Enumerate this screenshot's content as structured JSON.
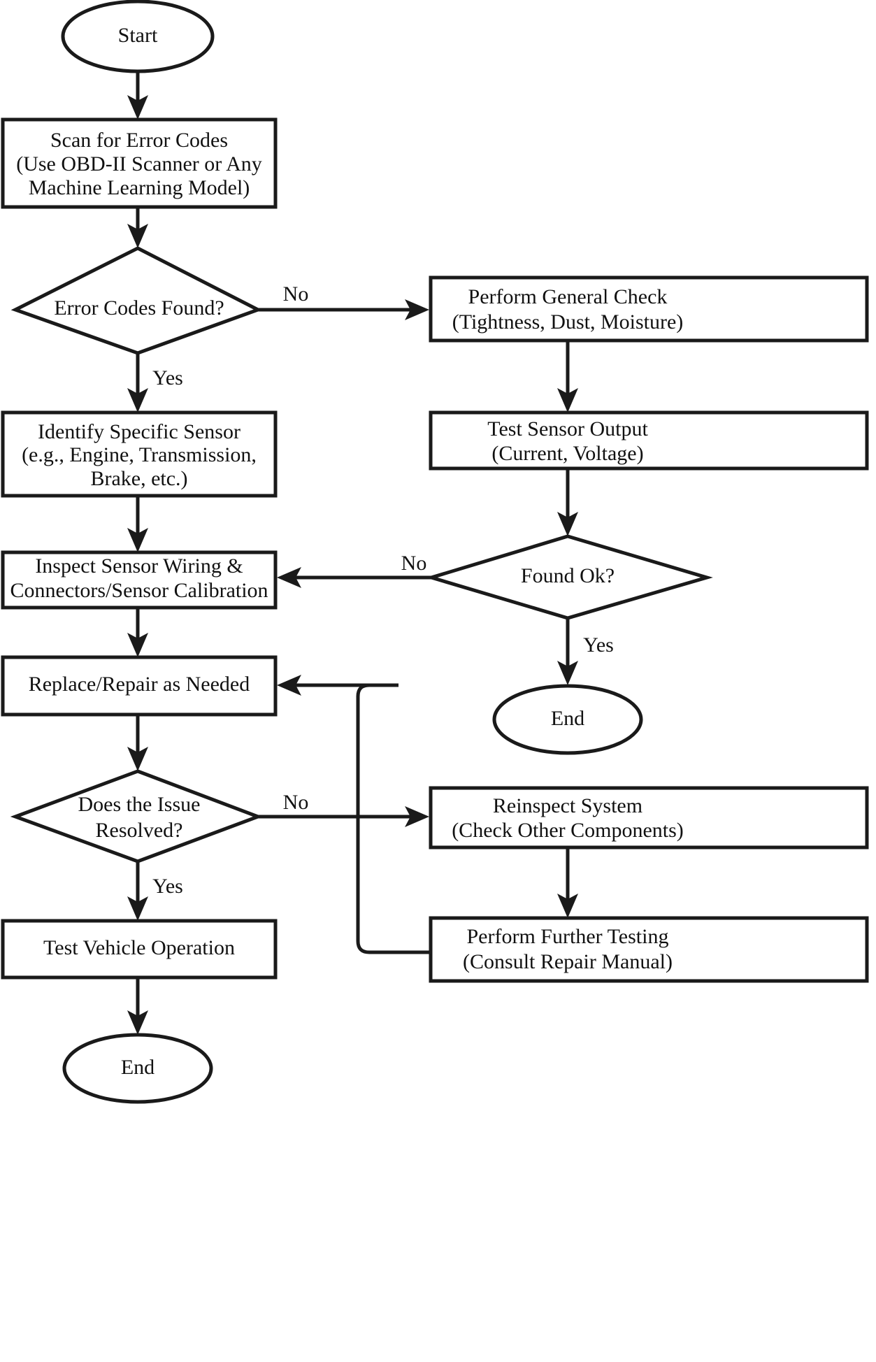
{
  "diagram": {
    "title": "Vehicle Sensor Fault Diagnosis Flowchart",
    "orientation": "top-to-bottom, two columns",
    "colors": {
      "background": "#ffffff",
      "stroke": "#1a1a1a",
      "text": "#111111",
      "fill": "#ffffff"
    },
    "nodes": [
      {
        "id": "start",
        "type": "terminator",
        "lines": [
          "Start"
        ]
      },
      {
        "id": "scan",
        "type": "process",
        "lines": [
          "Scan for Error Codes",
          "(Use OBD-II Scanner or Any",
          "Machine Learning Model)"
        ]
      },
      {
        "id": "error-codes-found",
        "type": "decision",
        "lines": [
          "Error Codes Found?"
        ]
      },
      {
        "id": "general-check",
        "type": "process",
        "lines": [
          "Perform General Check",
          "(Tightness, Dust, Moisture)"
        ]
      },
      {
        "id": "identify-sensor",
        "type": "process",
        "lines": [
          "Identify Specific Sensor",
          "(e.g., Engine, Transmission,",
          "Brake, etc.)"
        ]
      },
      {
        "id": "test-sensor-output",
        "type": "process",
        "lines": [
          "Test Sensor Output",
          "(Current, Voltage)"
        ]
      },
      {
        "id": "inspect-wiring",
        "type": "process",
        "lines": [
          "Inspect Sensor Wiring &",
          "Connectors/Sensor Calibration"
        ]
      },
      {
        "id": "found-ok",
        "type": "decision",
        "lines": [
          "Found Ok?"
        ]
      },
      {
        "id": "replace-repair",
        "type": "process",
        "lines": [
          "Replace/Repair as Needed"
        ]
      },
      {
        "id": "end-right",
        "type": "terminator",
        "lines": [
          "End"
        ]
      },
      {
        "id": "issue-resolved",
        "type": "decision",
        "lines": [
          "Does the Issue",
          "Resolved?"
        ]
      },
      {
        "id": "reinspect-system",
        "type": "process",
        "lines": [
          "Reinspect System",
          "(Check Other Components)"
        ]
      },
      {
        "id": "test-vehicle",
        "type": "process",
        "lines": [
          "Test Vehicle Operation"
        ]
      },
      {
        "id": "further-testing",
        "type": "process",
        "lines": [
          "Perform Further Testing",
          "(Consult Repair Manual)"
        ]
      },
      {
        "id": "end-left",
        "type": "terminator",
        "lines": [
          "End"
        ]
      }
    ],
    "edge_labels": {
      "error_codes_no": "No",
      "error_codes_yes": "Yes",
      "found_ok_no": "No",
      "found_ok_yes": "Yes",
      "issue_resolved_no": "No",
      "issue_resolved_yes": "Yes"
    }
  }
}
